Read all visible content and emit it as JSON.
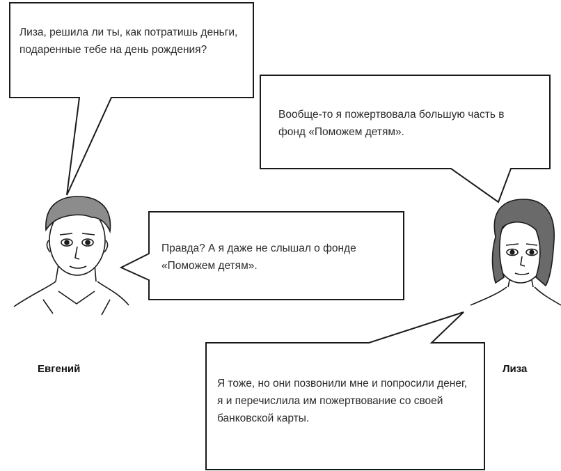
{
  "bubbles": {
    "evgeny_question": "Лиза, решила ли ты, как потратишь деньги, подаренные тебе на день рождения?",
    "liza_answer": "Вообще-то я пожертвовала большую часть в фонд «Поможем детям».",
    "evgeny_reply": "Правда? А я даже не слышал о фонде «Поможем детям».",
    "liza_explain": "Я тоже, но они позвонили мне и попросили денег, я и перечислила им пожертвование со своей банковской карты."
  },
  "characters": {
    "left_name": "Евгений",
    "right_name": "Лиза"
  },
  "icons": {
    "left": "boy-portrait-icon",
    "right": "girl-portrait-icon"
  },
  "colors": {
    "line": "#1a1a1a",
    "text": "#2a2a2a",
    "hair_boy": "#8c8c8c",
    "hair_girl": "#6a6a6a"
  }
}
